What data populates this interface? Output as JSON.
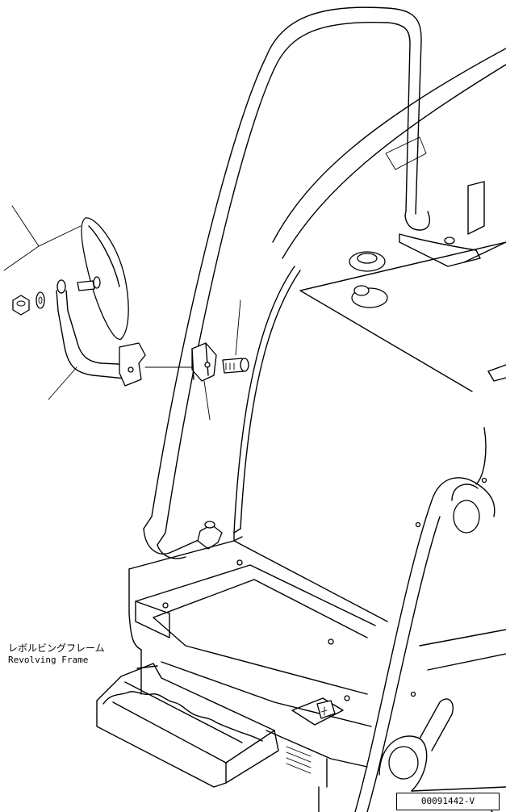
{
  "labels": {
    "part_name_jp": "レボルビングフレーム",
    "part_name_en": "Revolving Frame"
  },
  "drawing_code": "00091442-V",
  "icons": [
    "mirror-icon",
    "mirror-stay-icon",
    "bracket-icon",
    "bolt-icon",
    "nut-icon",
    "washer-icon",
    "handrail-icon",
    "step-icon"
  ]
}
